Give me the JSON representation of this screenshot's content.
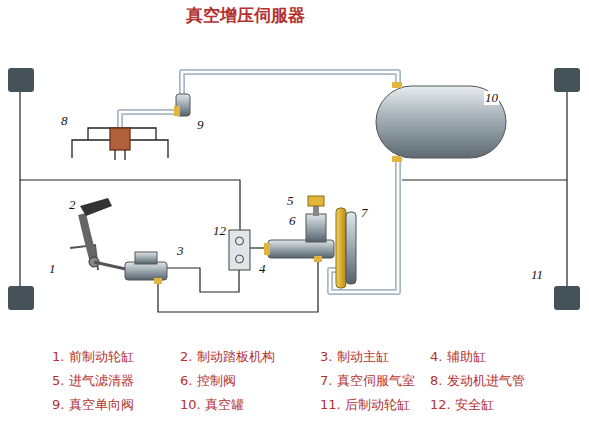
{
  "diagram": {
    "title": "真空增压伺服器",
    "labels": [
      "1",
      "2",
      "3",
      "4",
      "5",
      "6",
      "7",
      "8",
      "9",
      "10",
      "11",
      "12",
      "1. 前制动轮缸",
      "2. 制动踏板机构",
      "3. 制动主缸",
      "4. 辅助缸",
      "5. 进气滤清器",
      "6. 控制阀",
      "7. 真空伺服气室",
      "8. 发动机进气管",
      "9. 真空单向阀",
      "10. 真空罐",
      "11. 后制动轮缸",
      "12. 安全缸"
    ]
  }
}
